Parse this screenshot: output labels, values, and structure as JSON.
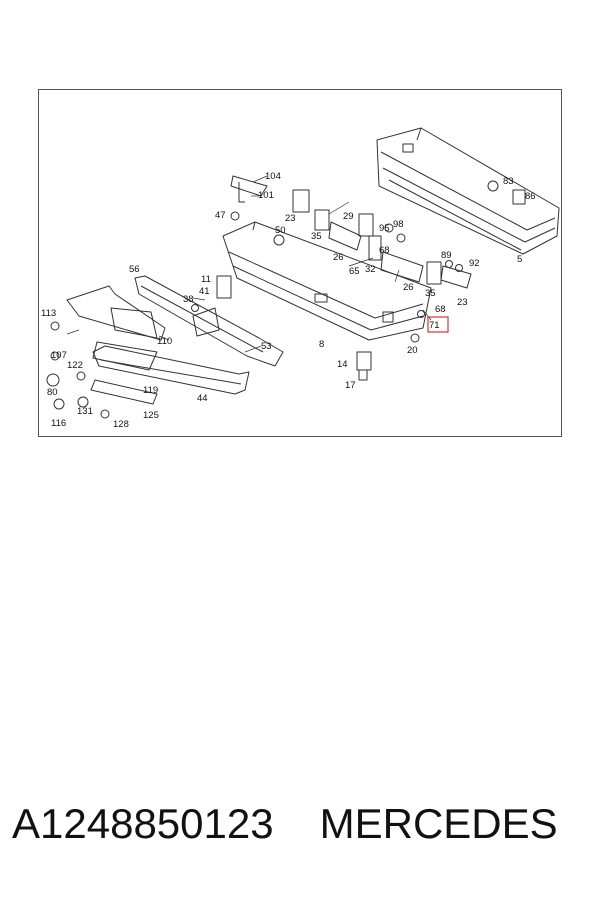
{
  "caption": {
    "part_number": "A1248850123",
    "brand": "MERCEDES"
  },
  "diagram": {
    "highlight_color": "#e0302f",
    "callouts": [
      {
        "id": "104",
        "text": "104"
      },
      {
        "id": "101",
        "text": "101"
      },
      {
        "id": "47",
        "text": "47"
      },
      {
        "id": "23a",
        "text": "23"
      },
      {
        "id": "50",
        "text": "50"
      },
      {
        "id": "35a",
        "text": "35"
      },
      {
        "id": "29",
        "text": "29"
      },
      {
        "id": "95",
        "text": "95"
      },
      {
        "id": "98",
        "text": "98"
      },
      {
        "id": "26a",
        "text": "26"
      },
      {
        "id": "83",
        "text": "83"
      },
      {
        "id": "86",
        "text": "86"
      },
      {
        "id": "32",
        "text": "32"
      },
      {
        "id": "65",
        "text": "65"
      },
      {
        "id": "68a",
        "text": "68"
      },
      {
        "id": "89",
        "text": "89"
      },
      {
        "id": "92",
        "text": "92"
      },
      {
        "id": "5",
        "text": "5"
      },
      {
        "id": "26b",
        "text": "26"
      },
      {
        "id": "35b",
        "text": "35"
      },
      {
        "id": "23b",
        "text": "23"
      },
      {
        "id": "56",
        "text": "56"
      },
      {
        "id": "11",
        "text": "11"
      },
      {
        "id": "41",
        "text": "41"
      },
      {
        "id": "38",
        "text": "38"
      },
      {
        "id": "68b",
        "text": "68"
      },
      {
        "id": "71",
        "text": "71"
      },
      {
        "id": "113",
        "text": "113"
      },
      {
        "id": "110",
        "text": "110"
      },
      {
        "id": "8",
        "text": "8"
      },
      {
        "id": "20",
        "text": "20"
      },
      {
        "id": "107",
        "text": "107"
      },
      {
        "id": "53",
        "text": "53"
      },
      {
        "id": "122",
        "text": "122"
      },
      {
        "id": "14",
        "text": "14"
      },
      {
        "id": "80",
        "text": "80"
      },
      {
        "id": "119",
        "text": "119"
      },
      {
        "id": "17",
        "text": "17"
      },
      {
        "id": "44",
        "text": "44"
      },
      {
        "id": "131",
        "text": "131"
      },
      {
        "id": "125",
        "text": "125"
      },
      {
        "id": "116",
        "text": "116"
      },
      {
        "id": "128",
        "text": "128"
      }
    ],
    "highlighted_callout": "71"
  }
}
